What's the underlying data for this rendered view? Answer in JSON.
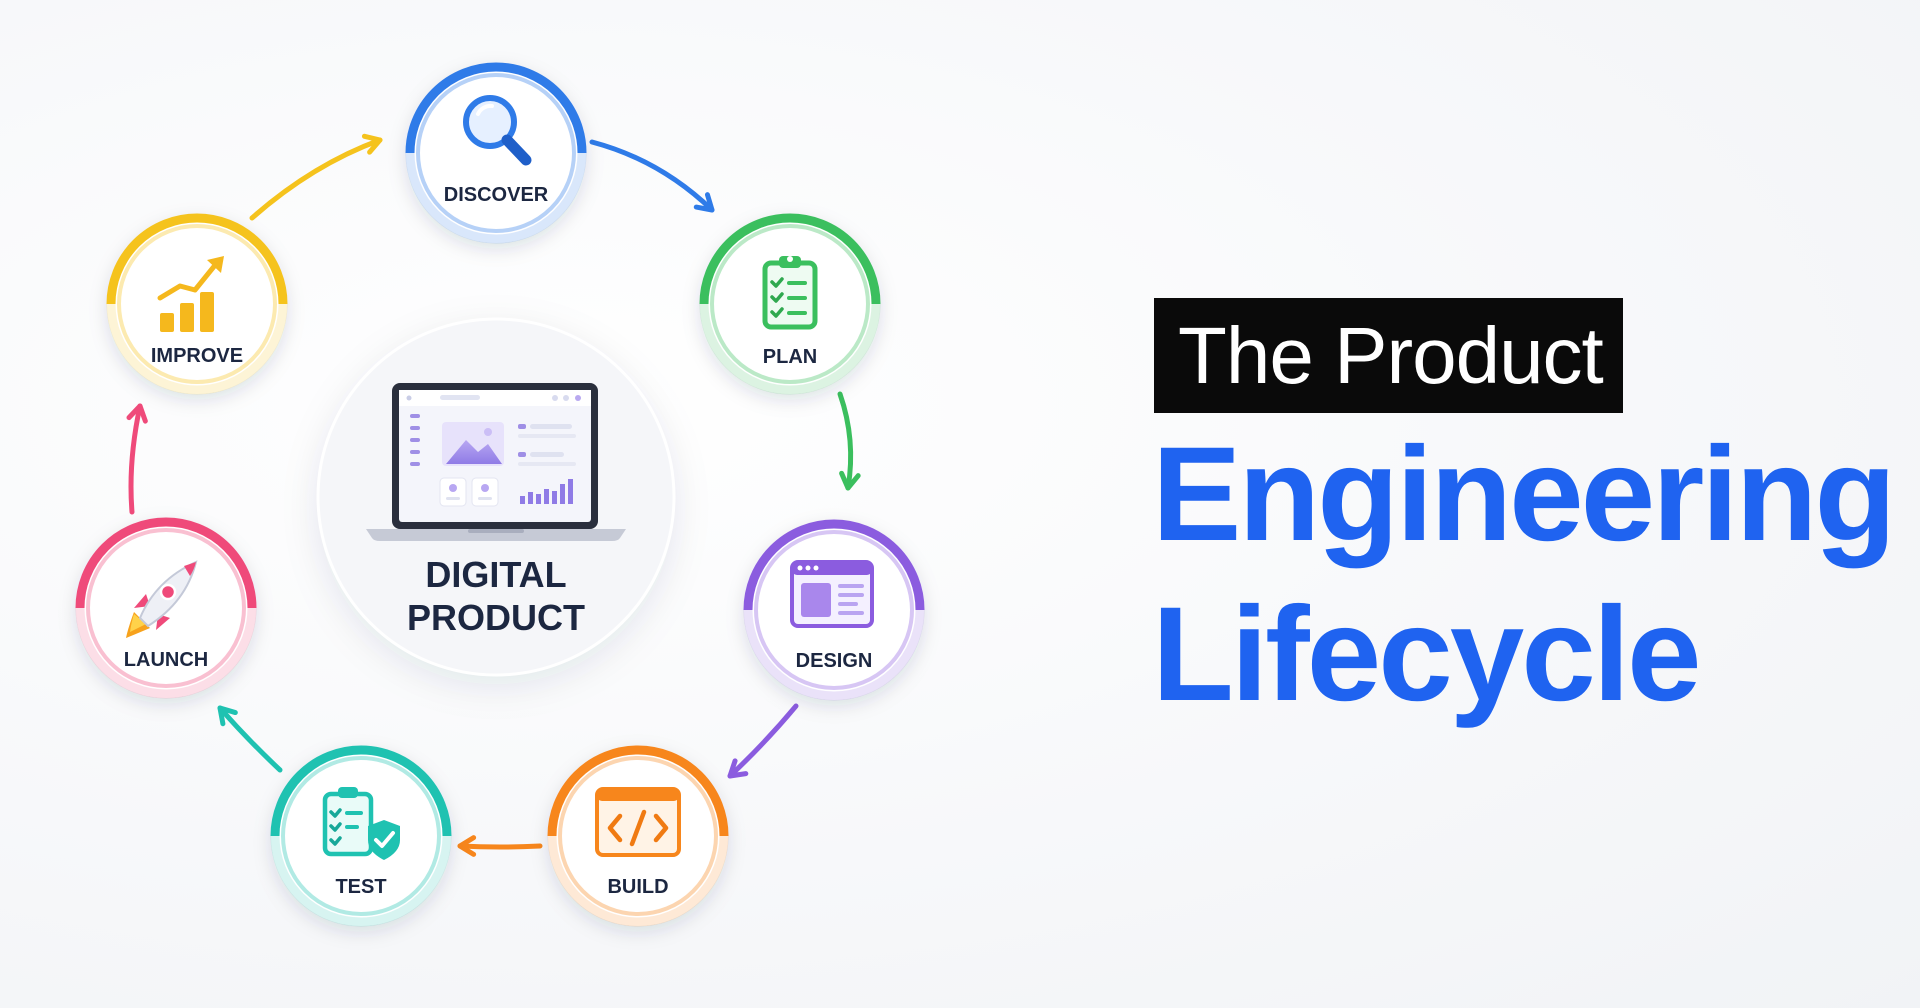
{
  "center": {
    "line1": "DIGITAL",
    "line2": "PRODUCT",
    "icon": "laptop-dashboard-icon"
  },
  "stages": [
    {
      "key": "discover",
      "label": "DISCOVER",
      "icon": "magnifier-icon",
      "color": "#2f7be8"
    },
    {
      "key": "plan",
      "label": "PLAN",
      "icon": "clipboard-checklist-icon",
      "color": "#3bbf5e"
    },
    {
      "key": "design",
      "label": "DESIGN",
      "icon": "browser-layout-icon",
      "color": "#8b5cdf"
    },
    {
      "key": "build",
      "label": "BUILD",
      "icon": "code-window-icon",
      "color": "#f7861c"
    },
    {
      "key": "test",
      "label": "TEST",
      "icon": "checklist-shield-icon",
      "color": "#1fc2b1"
    },
    {
      "key": "launch",
      "label": "LAUNCH",
      "icon": "rocket-icon",
      "color": "#ef4a7a"
    },
    {
      "key": "improve",
      "label": "IMPROVE",
      "icon": "growth-chart-icon",
      "color": "#f5c31d"
    }
  ],
  "title": {
    "boxed": "The Product",
    "line2": "Engineering",
    "line3": "Lifecycle",
    "accent_color": "#1f63f0"
  }
}
